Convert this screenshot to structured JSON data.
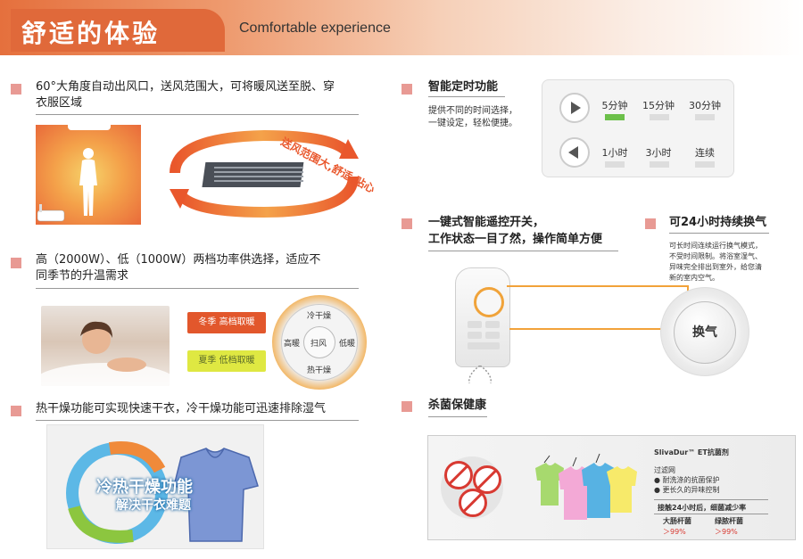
{
  "header": {
    "title": "舒适的体验",
    "subtitle": "Comfortable experience"
  },
  "section_airflow": {
    "text_line1": "60°大角度自动出风口，送风范围大，可将暖风送至脱、穿",
    "text_line2": "衣服区域",
    "slogan": "送风范围大,舒适,贴心"
  },
  "section_power": {
    "text_line1": "高（2000W）、低（1000W）两档功率供选择，适应不",
    "text_line2": "同季节的升温需求",
    "winter_label": "冬季 高档取暖",
    "summer_label": "夏季 低档取暖",
    "dial": {
      "top": "冷干燥",
      "left": "高暖",
      "right": "低暖",
      "center": "扫风",
      "bottom": "热干燥"
    }
  },
  "section_dry": {
    "text": "热干燥功能可实现快速干衣，冷干燥功能可迅速排除湿气",
    "overlay_line1": "冷热干燥功能",
    "overlay_line2": "解决干衣难题"
  },
  "section_timer": {
    "title": "智能定时功能",
    "desc_line1": "提供不同的时间选择，",
    "desc_line2": "一键设定，轻松便捷。",
    "options_row1": [
      "5分钟",
      "15分钟",
      "30分钟"
    ],
    "options_row2": [
      "1小时",
      "3小时",
      "连续"
    ]
  },
  "section_remote": {
    "title_line1": "一键式智能遥控开关，",
    "title_line2": "工作状态一目了然，操作简单方便"
  },
  "section_vent": {
    "title": "可24小时持续换气",
    "desc_line1": "可长时间连续运行换气模式，",
    "desc_line2": "不受时间限制。将浴室湿气、",
    "desc_line3": "异味完全排出到室外，给您清",
    "desc_line4": "新的室内空气。",
    "button_label": "换气"
  },
  "section_antibac": {
    "title": "杀菌保健康",
    "brand": "SlivaDur™ ET抗菌剂",
    "filter_title": "过滤网",
    "bullet1": "● 耐洗涤的抗菌保护",
    "bullet2": "● 更长久的异味控制",
    "table_title": "接触24小时后，细菌减少率",
    "col1_head": "大肠杆菌",
    "col2_head": "绿脓杆菌",
    "col1_val": "＞99%",
    "col2_val": "＞99%"
  },
  "colors": {
    "accent": "#e0693a",
    "bullet": "#e89a94",
    "active_bar": "#6cc04a",
    "ring": "#f2a23a"
  }
}
